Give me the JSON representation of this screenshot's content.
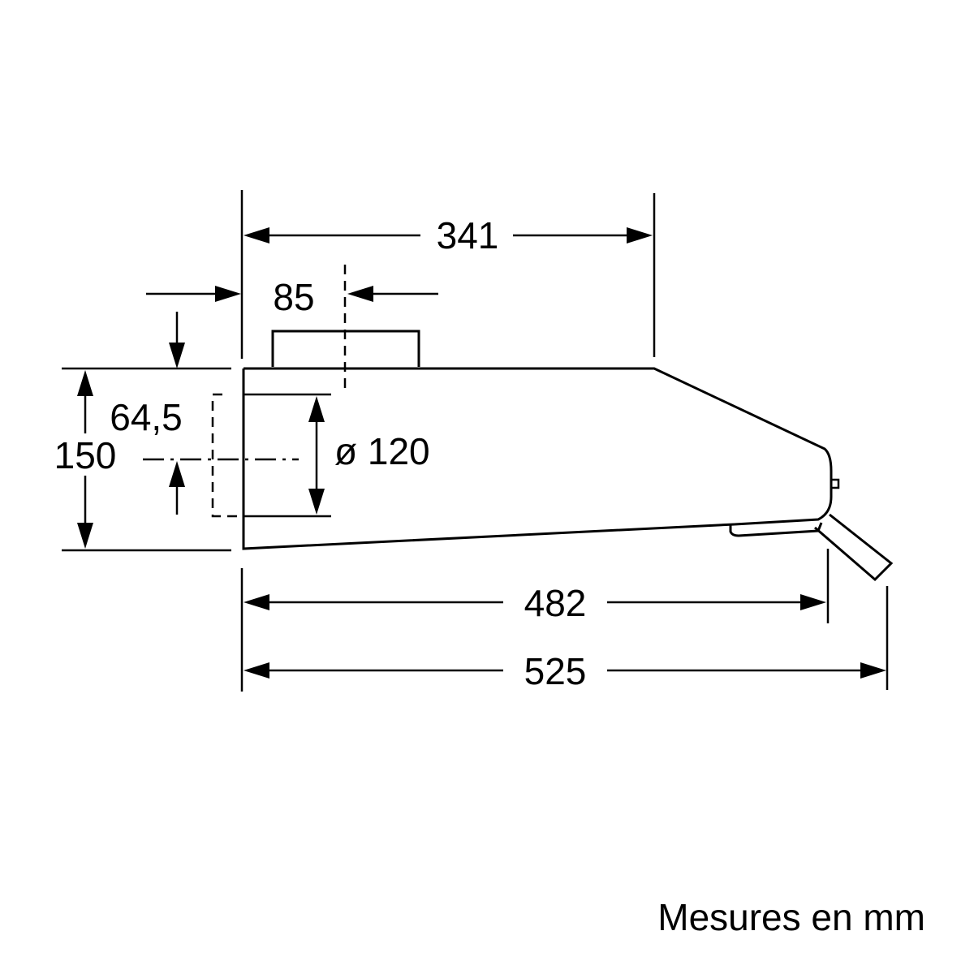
{
  "dimensions": {
    "d341": "341",
    "d85": "85",
    "d64_5": "64,5",
    "d150": "150",
    "d120": "ø 120",
    "d482": "482",
    "d525": "525"
  },
  "caption": "Mesures en mm"
}
